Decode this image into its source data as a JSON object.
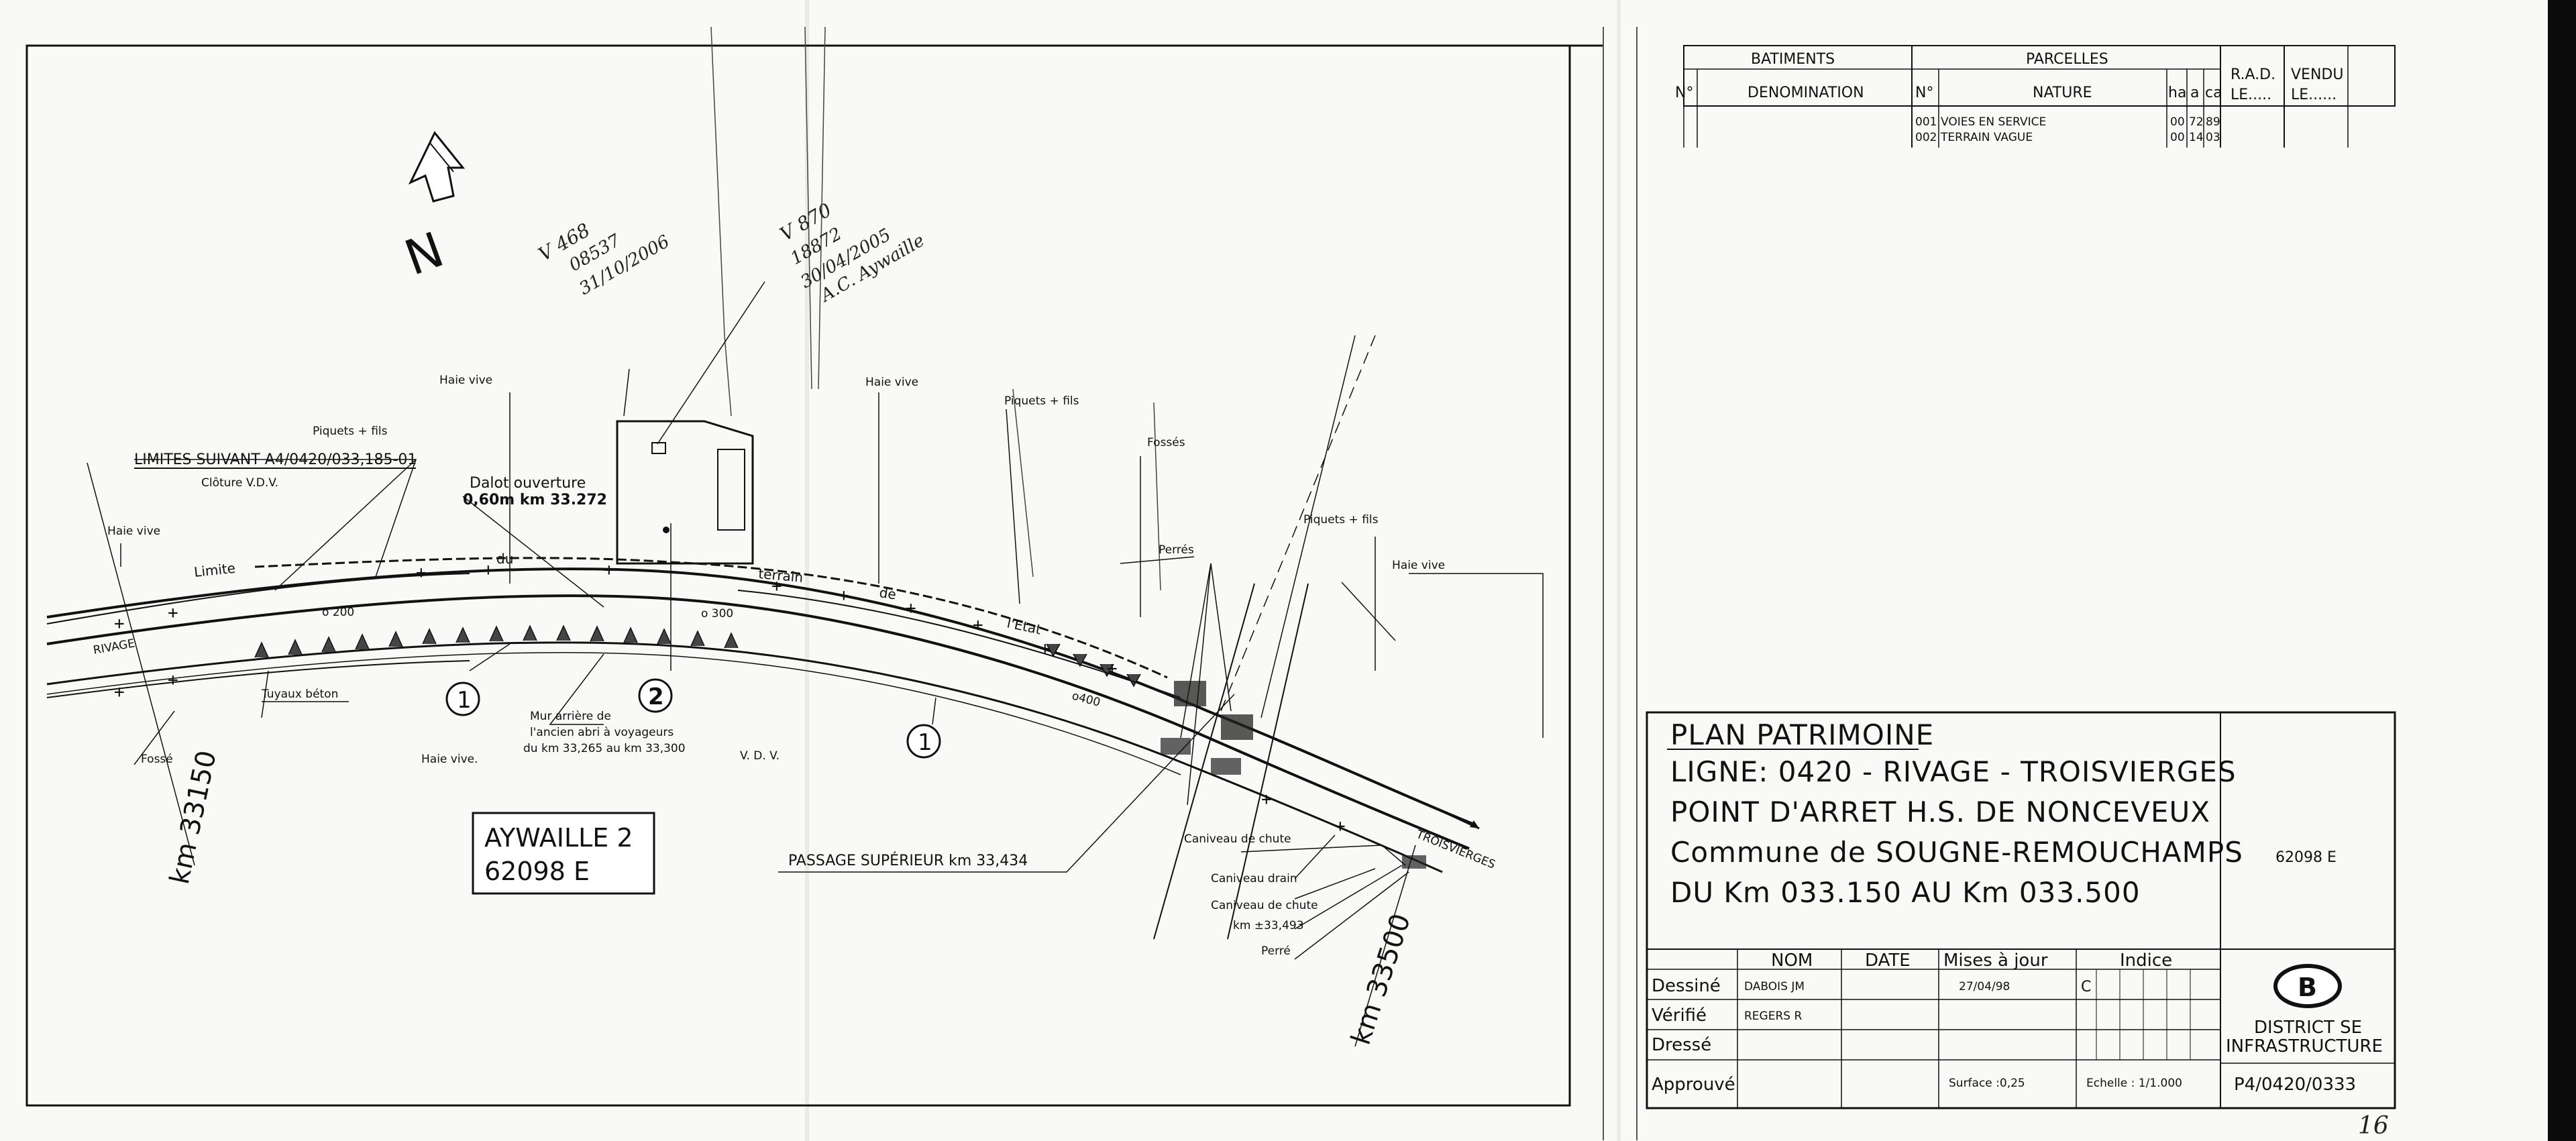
{
  "header_table": {
    "group_batiments": "BATIMENTS",
    "group_parcelles": "PARCELLES",
    "col_no": "N°",
    "col_denomination": "DENOMINATION",
    "col_no2": "N°",
    "col_nature": "NATURE",
    "col_ha": "ha",
    "col_a": "a",
    "col_ca": "ca",
    "col_rad": "R.A.D.",
    "col_rad_le": "LE.....",
    "col_vendu": "VENDU",
    "col_vendu_le": "LE......",
    "rows": [
      {
        "no": "001",
        "nature": "VOIES EN SERVICE",
        "ha": "00",
        "a": "72",
        "ca": "89"
      },
      {
        "no": "002",
        "nature": "TERRAIN VAGUE",
        "ha": "00",
        "a": "14",
        "ca": "03"
      }
    ]
  },
  "title_block": {
    "line1": "PLAN PATRIMOINE",
    "line2": "LIGNE: 0420 - RIVAGE - TROISVIERGES",
    "line3": "POINT D'ARRET H.S. DE NONCEVEUX",
    "line4": "Commune de SOUGNE-REMOUCHAMPS",
    "line5": "DU Km 033.150 AU Km 033.500",
    "code": "62098 E",
    "col_nom": "NOM",
    "col_date": "DATE",
    "col_mises": "Mises à jour",
    "col_indice": "Indice",
    "role_dessine": "Dessiné",
    "role_verifie": "Vérifié",
    "role_dresse": "Dressé",
    "role_approuve": "Approuvé",
    "name_dessine": "DABOIS JM",
    "name_verifie": "REGERS R",
    "update_date": "27/04/98",
    "indice_value": "C",
    "surface": "Surface :0,25",
    "echelle": "Echelle : 1/1.000",
    "logo_letter": "B",
    "district_line1": "DISTRICT SE",
    "district_line2": "INFRASTRUCTURE",
    "plan_ref": "P4/0420/0333"
  },
  "map": {
    "north": "N",
    "limites": "LIMITES SUIVANT A4/0420/033,185-01",
    "cloture": "Clôture V.D.V.",
    "piquets1": "Piquets + fils",
    "piquets2": "Piquets + fils",
    "piquets3": "Piquets + fils",
    "haie1": "Haie vive",
    "haie2": "Haie vive",
    "haie3": "Haie vive",
    "haie4": "Haie vive",
    "haie5": "Haie vive.",
    "fosses": "Fossés",
    "fosse": "Fossé",
    "dalot1": "Dalot ouverture",
    "dalot2": "0,60m km 33.272",
    "limite": "Limite",
    "du": "du",
    "terrain": "terrain",
    "de": "de",
    "etat": "l'Etat",
    "rivage": "RIVAGE",
    "troisvierges": "TROISVIERGES",
    "tuyaux": "Tuyaux béton",
    "mur1": "Mur arrière de",
    "mur2": "l'ancien abri à voyageurs",
    "mur3": "du km 33,265 au km 33,300",
    "vdv": "V. D. V.",
    "perres": "Perrés",
    "passage": "PASSAGE SUPÉRIEUR km 33,434",
    "caniveau_chute1": "Caniveau de chute",
    "caniveau_drain": "Caniveau drain",
    "caniveau_chute2": "Caniveau de chute",
    "km_493": "km ±33,493",
    "perre": "Perré",
    "km_start": "km 33150",
    "km_end": "km 33500",
    "sheet1": "AYWAILLE 2",
    "sheet2": "62098 E",
    "chain_200": "o 200",
    "chain_300": "o 300",
    "chain_400": "o400",
    "marker1": "1",
    "marker2": "2",
    "marker3": "1",
    "hand1": "V 468",
    "hand1b": "08537",
    "hand1c": "31/10/2006",
    "hand2": "V 870",
    "hand2b": "18872",
    "hand2c": "30/04/2005",
    "hand2d": "A.C. Aywaille",
    "page_no": "16"
  }
}
